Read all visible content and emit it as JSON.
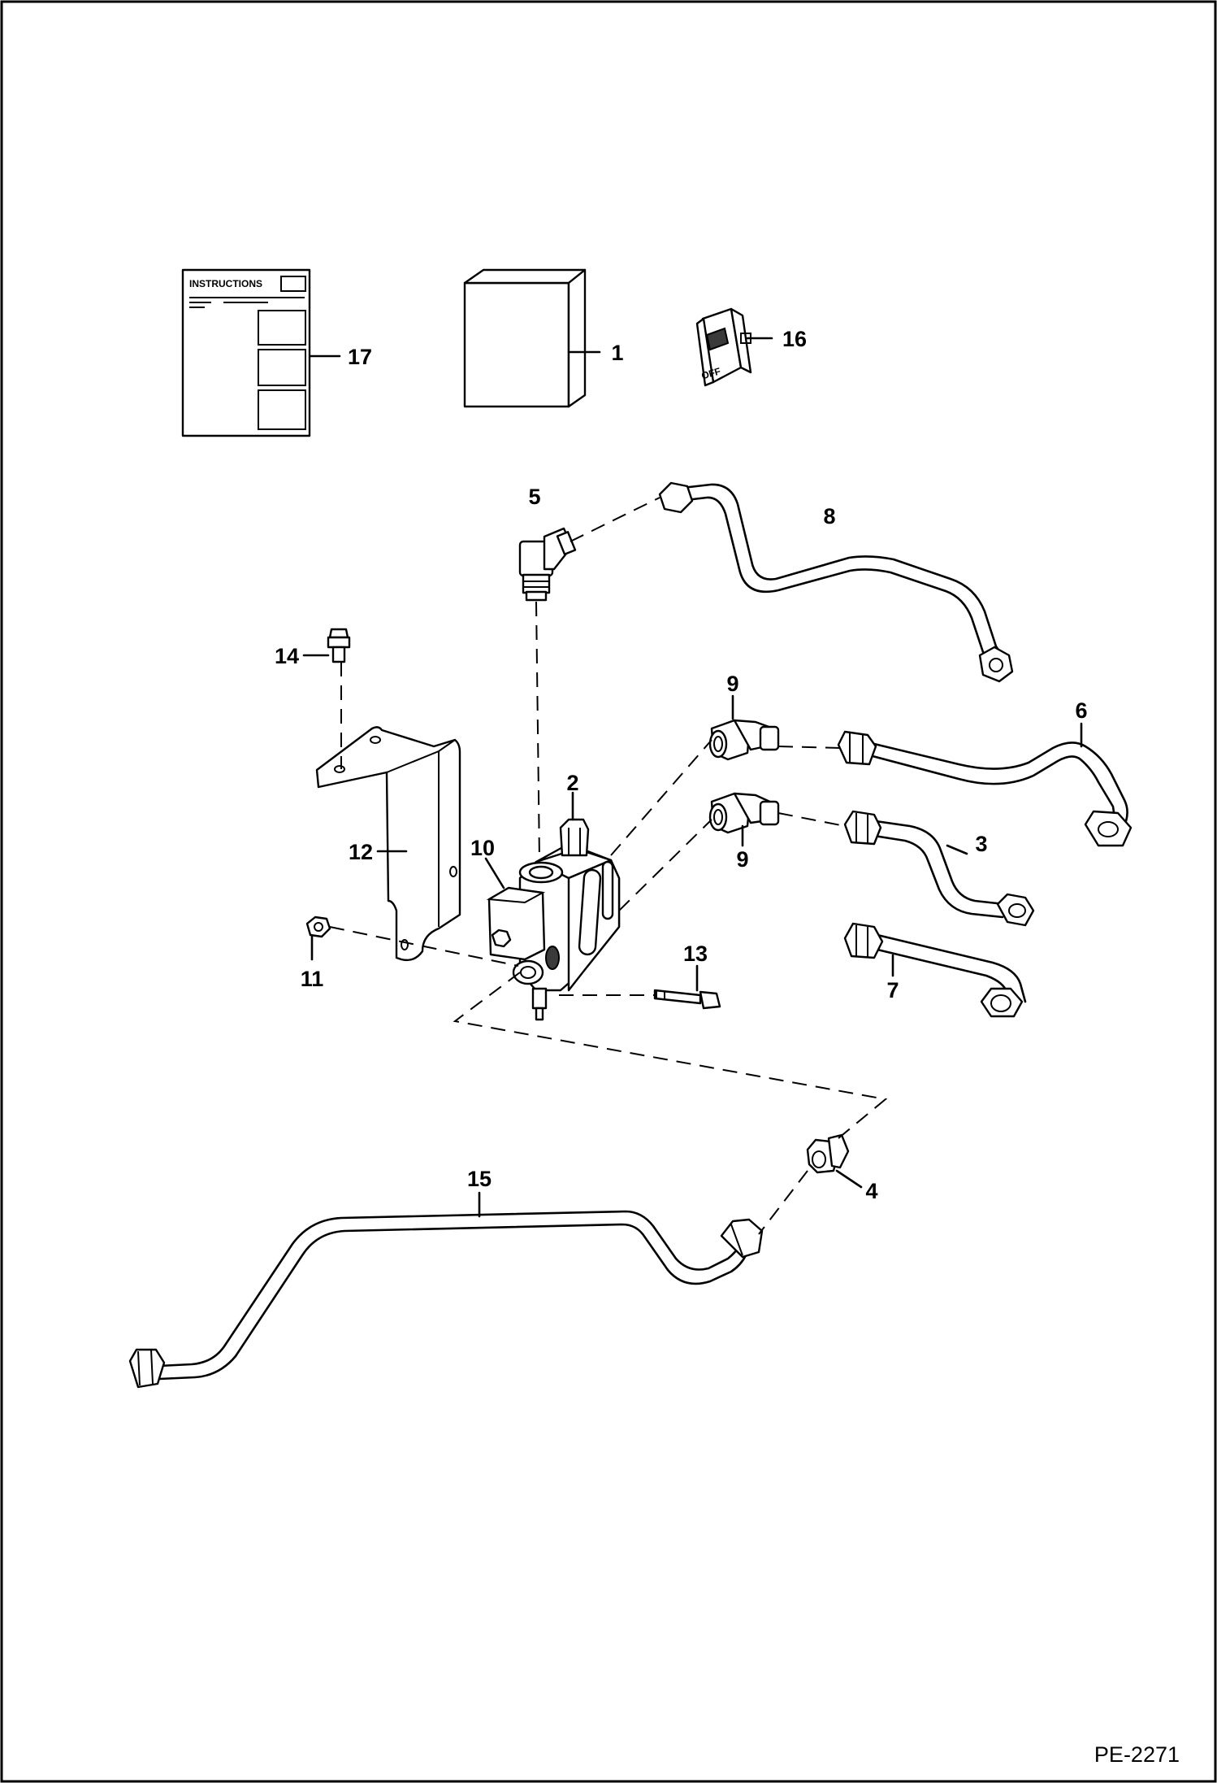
{
  "diagram": {
    "instructions_card_title": "INSTRUCTIONS",
    "switch_label": "OFF",
    "reference_code": "PE-2271",
    "callouts": [
      "1",
      "2",
      "3",
      "4",
      "5",
      "6",
      "7",
      "8",
      "9",
      "9",
      "10",
      "11",
      "12",
      "13",
      "14",
      "15",
      "16",
      "17"
    ]
  }
}
